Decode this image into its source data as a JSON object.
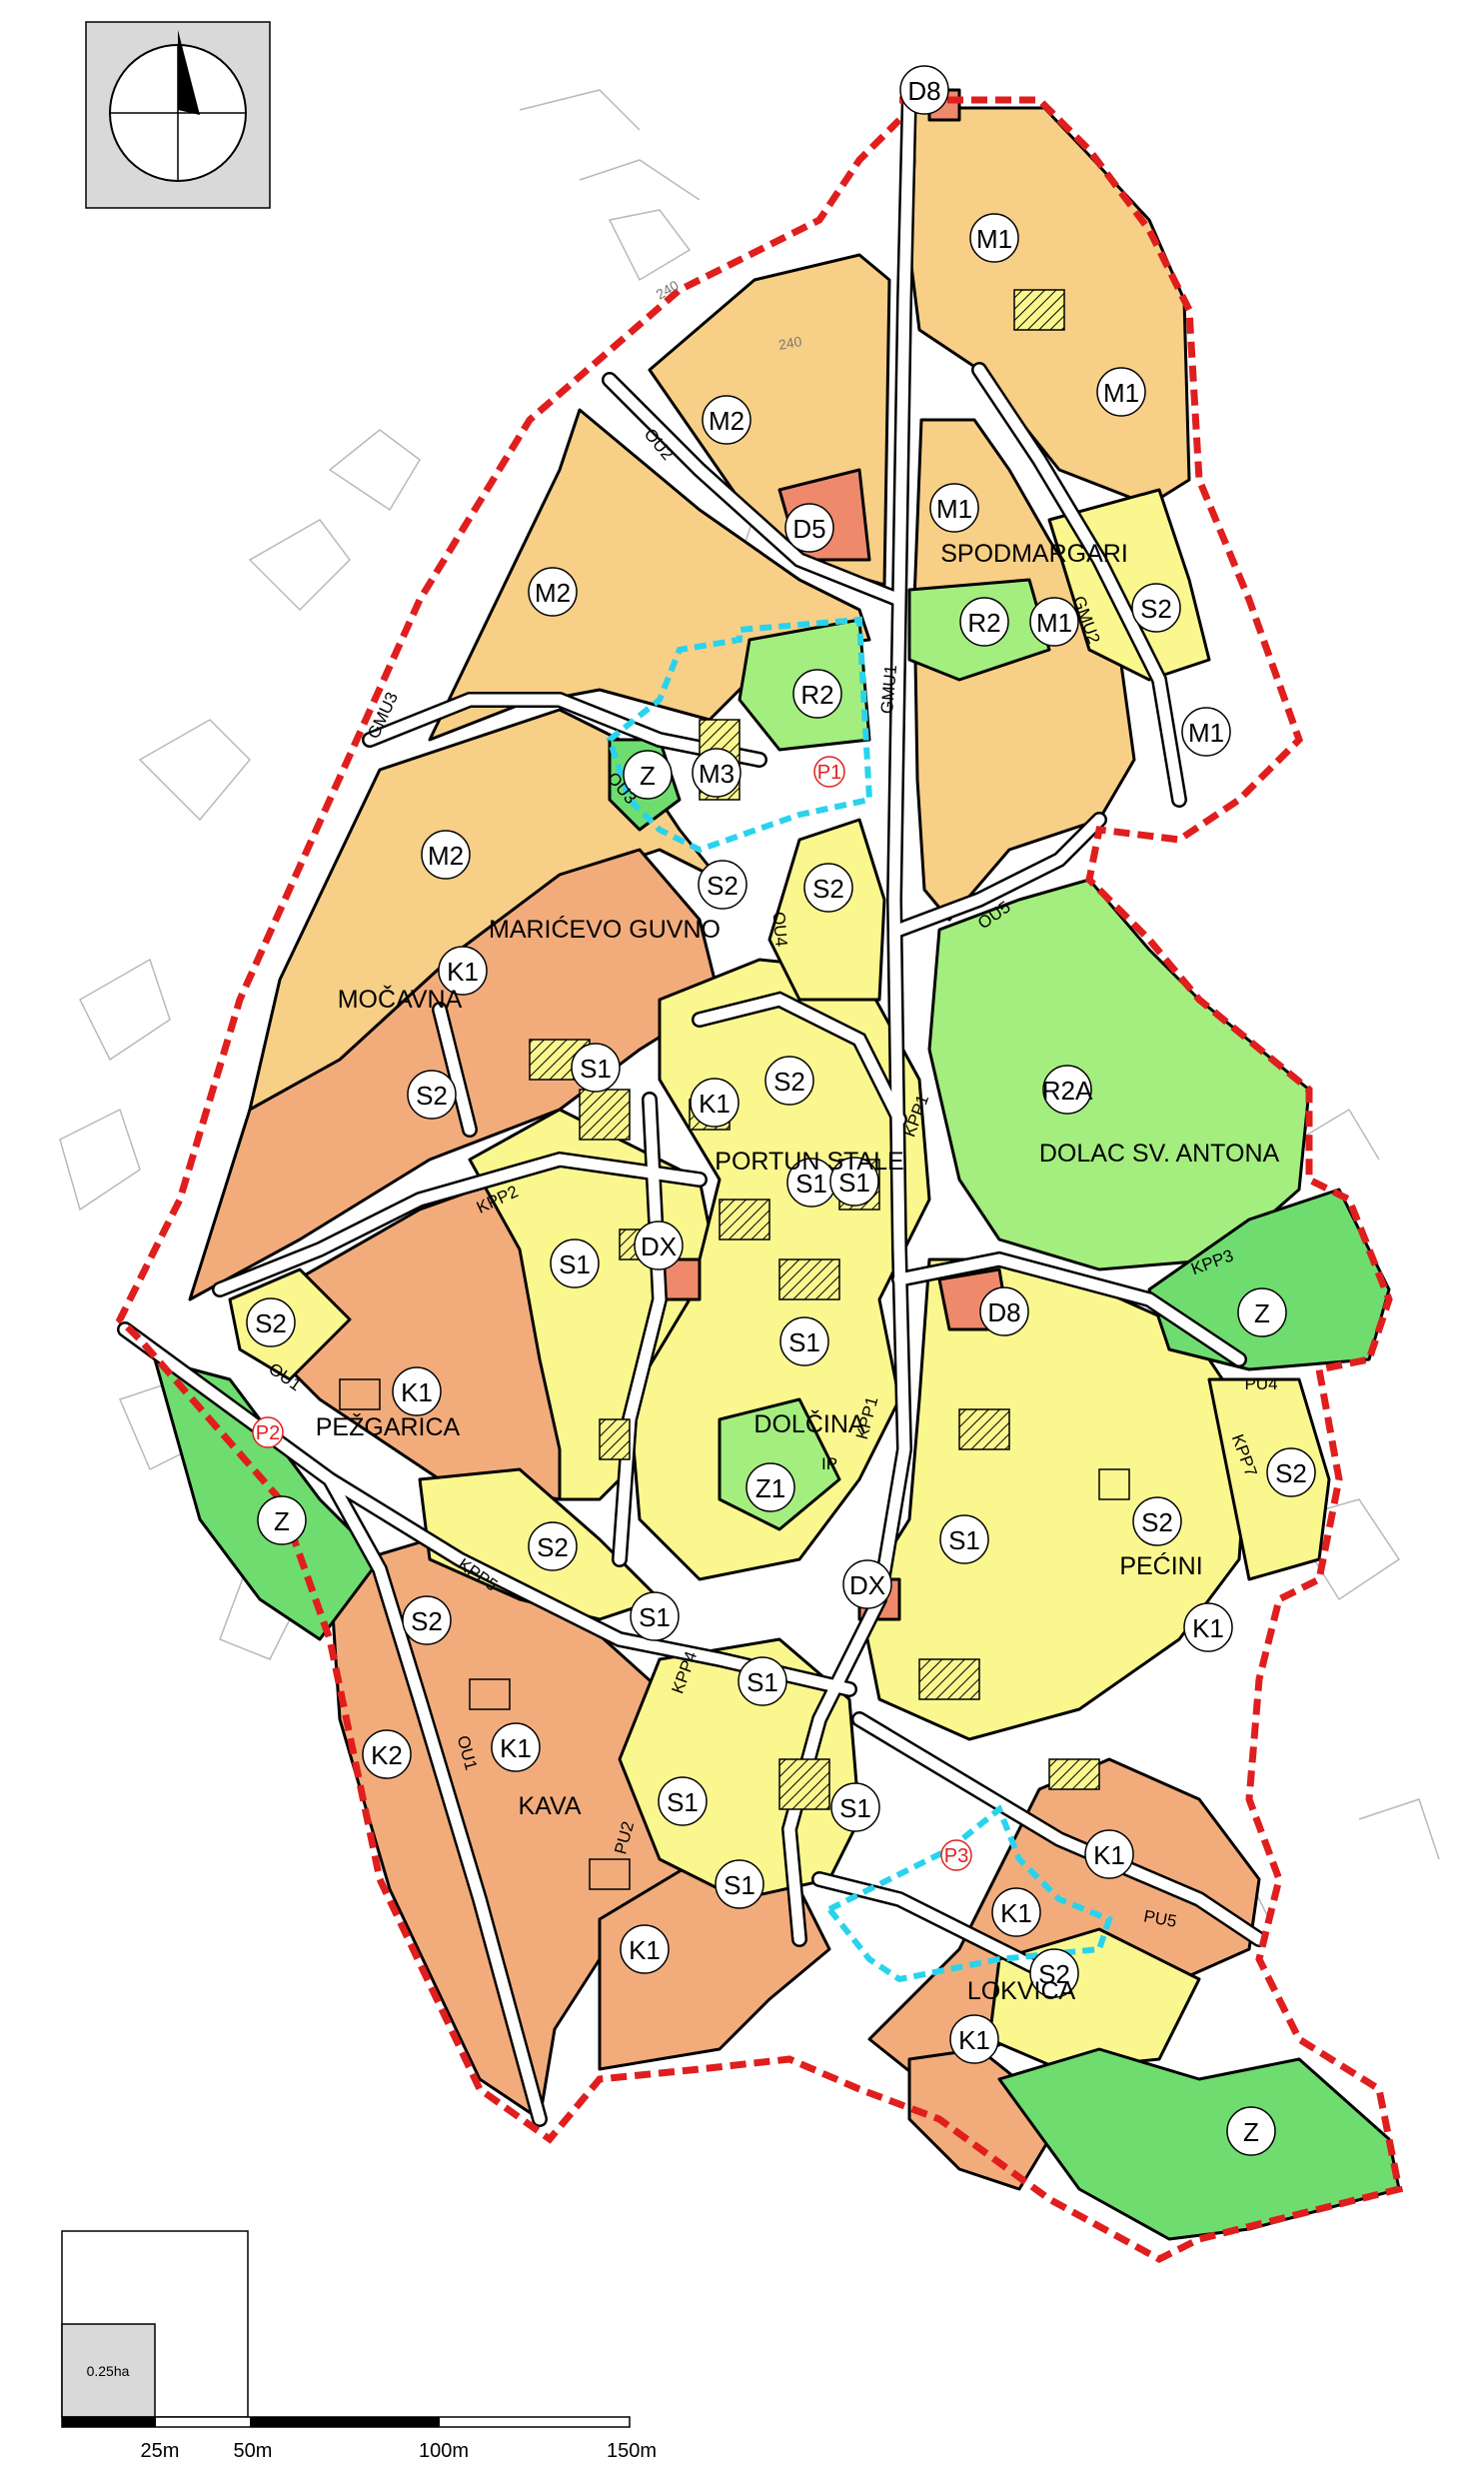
{
  "colors": {
    "m_zone": "#f8cf86",
    "k_zone": "#f2ac7c",
    "s_zone": "#fbf78f",
    "r_zone": "#a3ee7e",
    "z_zone": "#6fdc6f",
    "d_zone": "#ee8a6b",
    "boundary": "#e01e1e",
    "plan_boundary": "#29d3ec"
  },
  "compass": {
    "icon": "north-arrow-icon"
  },
  "zones": [
    {
      "code": "D8"
    },
    {
      "code": "M1"
    },
    {
      "code": "M1"
    },
    {
      "code": "M2"
    },
    {
      "code": "D5"
    },
    {
      "code": "M1"
    },
    {
      "code": "M2"
    },
    {
      "code": "R2"
    },
    {
      "code": "S2"
    },
    {
      "code": "R2"
    },
    {
      "code": "M1"
    },
    {
      "code": "Z"
    },
    {
      "code": "M3"
    },
    {
      "code": "P1"
    },
    {
      "code": "M1"
    },
    {
      "code": "M2"
    },
    {
      "code": "S2"
    },
    {
      "code": "S2"
    },
    {
      "code": "K1"
    },
    {
      "code": "S1"
    },
    {
      "code": "S2"
    },
    {
      "code": "K1"
    },
    {
      "code": "S2"
    },
    {
      "code": "R2A"
    },
    {
      "code": "S1"
    },
    {
      "code": "S1"
    },
    {
      "code": "S1"
    },
    {
      "code": "DX"
    },
    {
      "code": "D8"
    },
    {
      "code": "Z"
    },
    {
      "code": "S2"
    },
    {
      "code": "S1"
    },
    {
      "code": "K1"
    },
    {
      "code": "P2"
    },
    {
      "code": "S2"
    },
    {
      "code": "Z1"
    },
    {
      "code": "S1"
    },
    {
      "code": "S2"
    },
    {
      "code": "Z"
    },
    {
      "code": "S2"
    },
    {
      "code": "DX"
    },
    {
      "code": "S1"
    },
    {
      "code": "K1"
    },
    {
      "code": "S2"
    },
    {
      "code": "S1"
    },
    {
      "code": "K2"
    },
    {
      "code": "K1"
    },
    {
      "code": "S1"
    },
    {
      "code": "S1"
    },
    {
      "code": "K1"
    },
    {
      "code": "S1"
    },
    {
      "code": "P3"
    },
    {
      "code": "K1"
    },
    {
      "code": "K1"
    },
    {
      "code": "S2"
    },
    {
      "code": "K1"
    },
    {
      "code": "Z"
    }
  ],
  "place_names": [
    "SPODMARGARI",
    "MARIĆEVO GUVNO",
    "MOČAVNA",
    "PORTUN STALE",
    "DOLAC SV. ANTONA",
    "DOLČINA",
    "PEŽGARICA",
    "PEĆINI",
    "KAVA",
    "LOKVICA"
  ],
  "road_labels": [
    "OU2",
    "GMU3",
    "GMU1",
    "GMU2",
    "OU3",
    "OU4",
    "OU5",
    "KPP1",
    "KPP1",
    "KPP2",
    "KPP3",
    "PU4",
    "KPP7",
    "OU1",
    "KPP5",
    "KPP4",
    "PU2",
    "OU1",
    "PU5",
    "IP"
  ],
  "contours": [
    "240",
    "240"
  ],
  "area_legend": {
    "label": "0.25ha"
  },
  "scale_bar": {
    "ticks": [
      "25m",
      "50m",
      "100m",
      "150m"
    ]
  }
}
